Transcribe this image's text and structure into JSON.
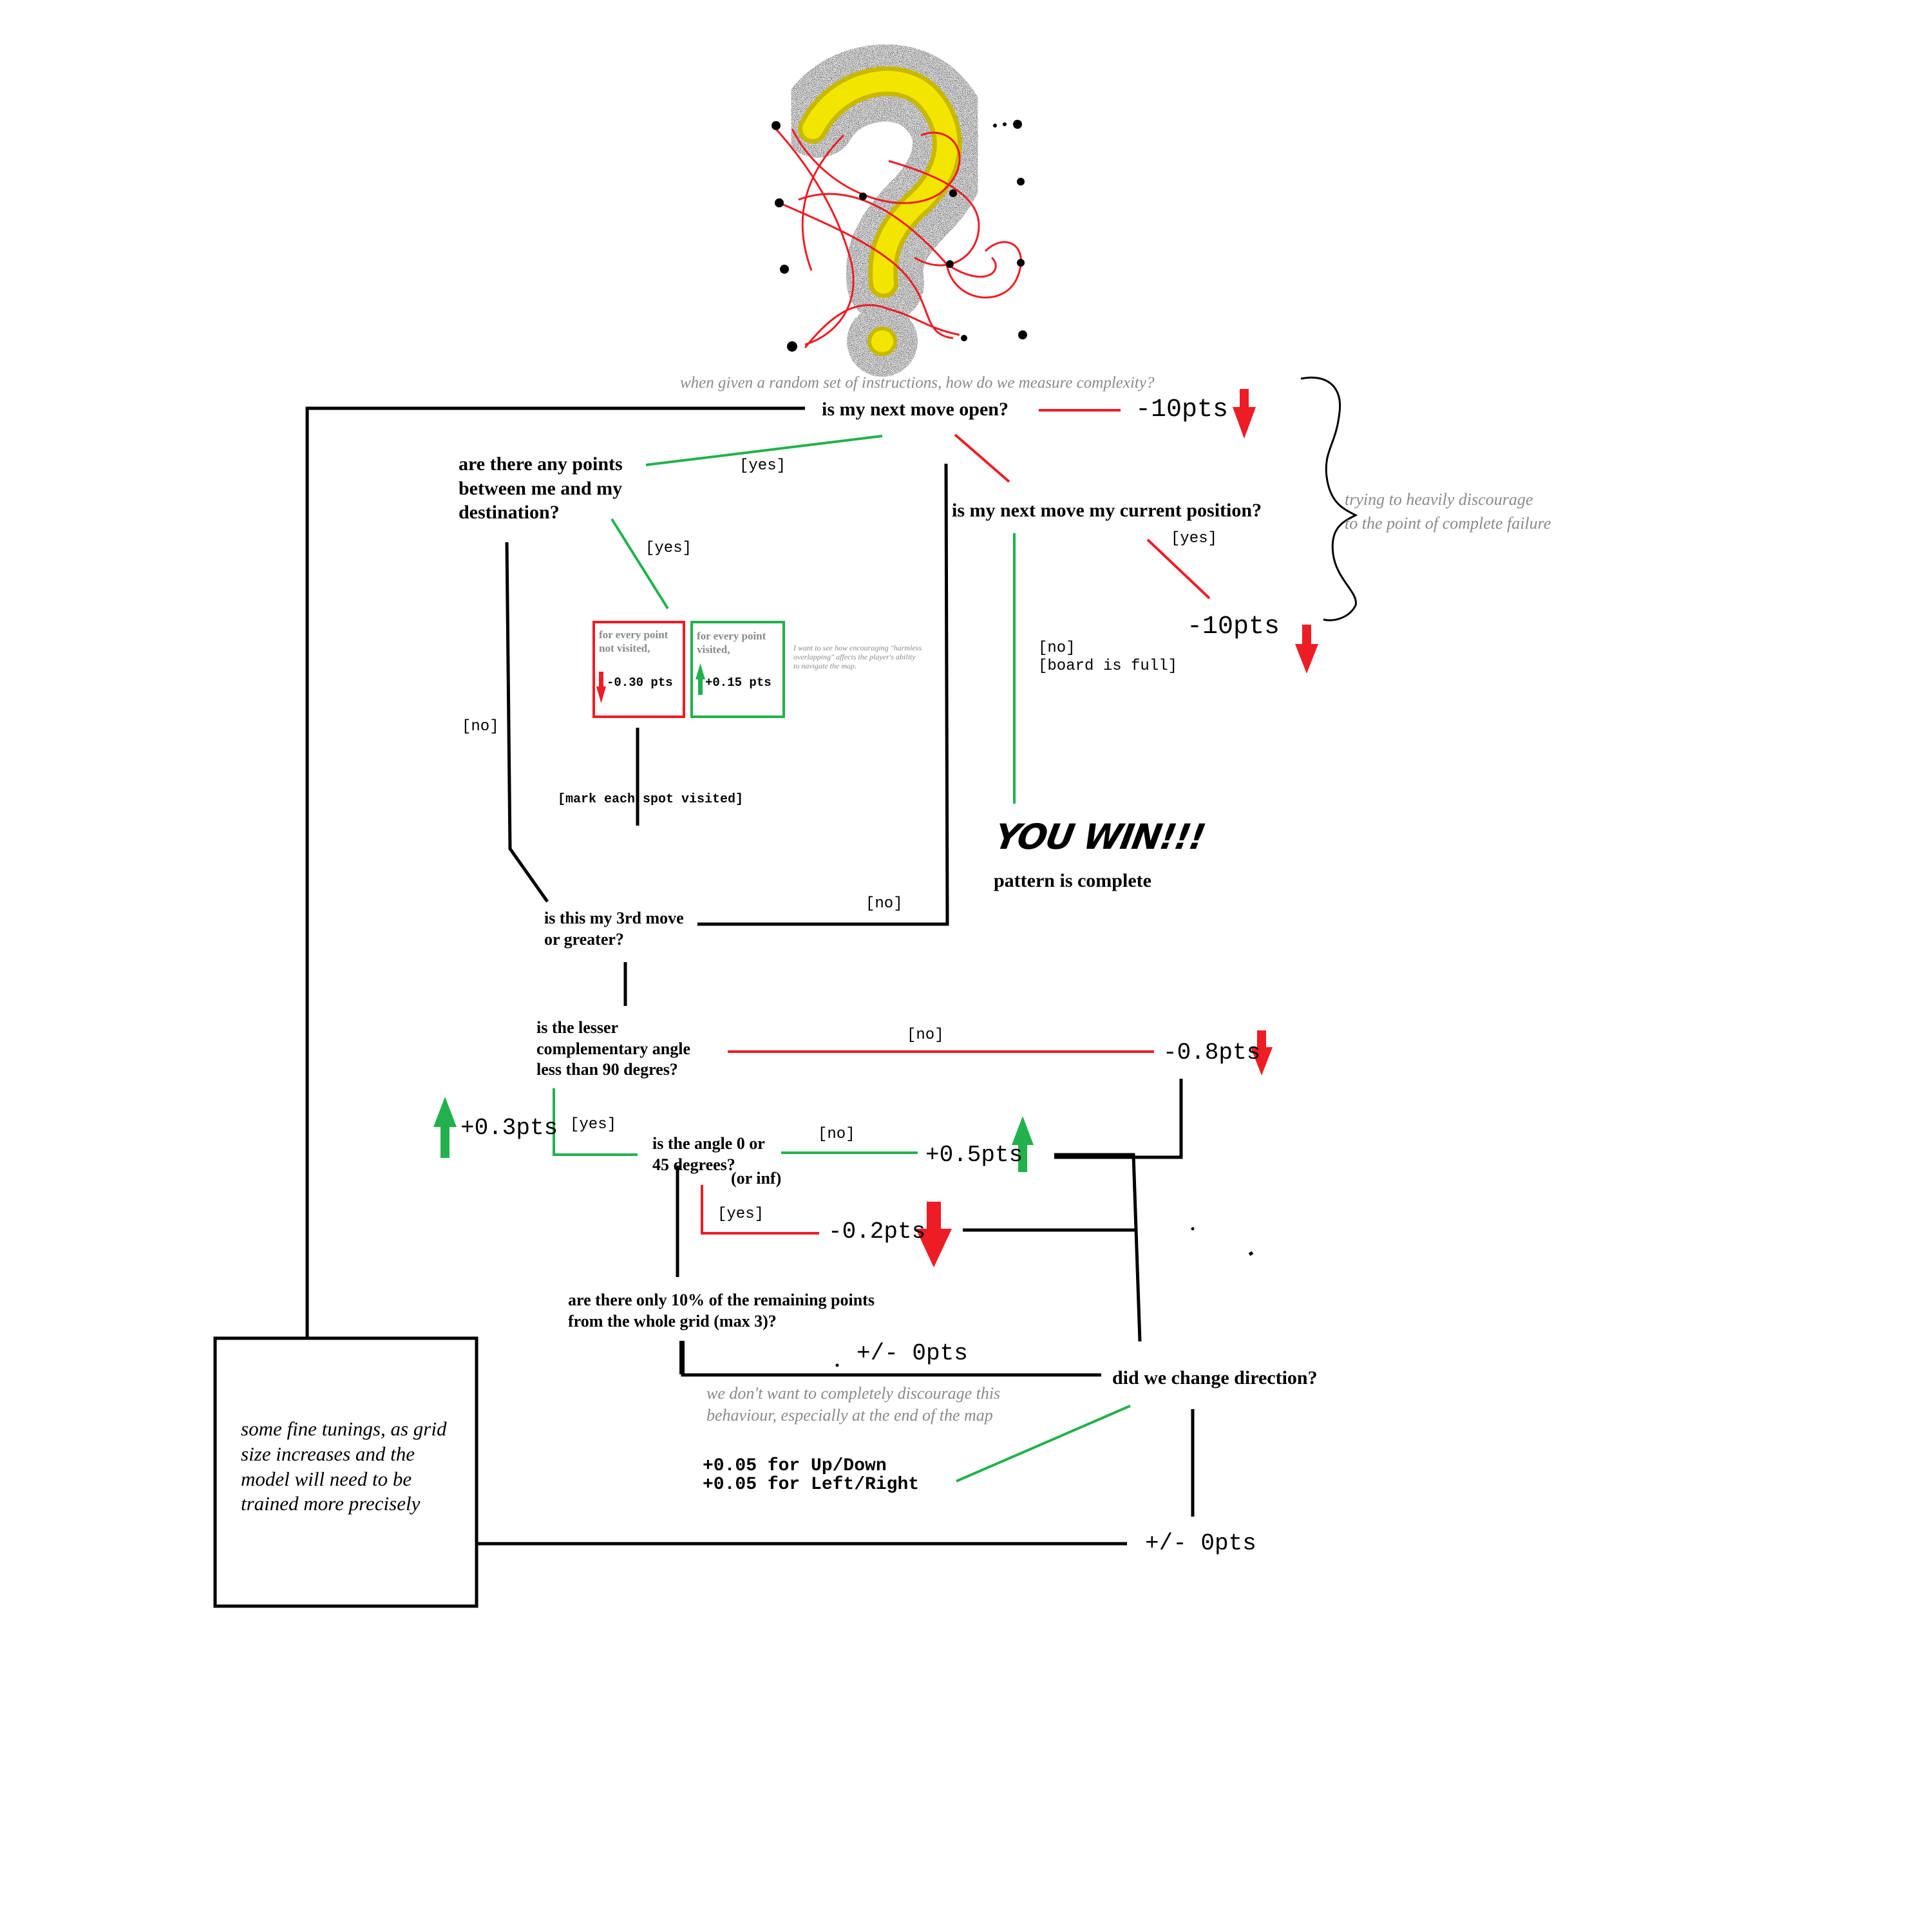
{
  "subtitle": "when given a random set of instructions, how do we measure complexity?",
  "q_open": "is my next move open?",
  "q_points_between": "are there any points between me and my destination?",
  "q_current_position": "is my next move my current position?",
  "q_third_move": "is this my 3rd move or greater?",
  "q_lesser_angle": "is the lesser complementary angle less than 90 degres?",
  "q_angle_zero": "is the angle 0 or 45 degrees?",
  "q_angle_inf": "(or inf)",
  "q_remaining": "are there only 10% of the remaining points from the whole grid (max 3)?",
  "q_direction": "did we change direction?",
  "pts_open_no": "-10pts",
  "pts_current_yes": "-10pts",
  "pts_lesser_no": "-0.8pts",
  "pts_lesser_yes": "+0.3pts",
  "pts_angle_no": "+0.5pts",
  "pts_angle_yes": "-0.2pts",
  "pts_remaining": "+/- 0pts",
  "pts_final": "+/- 0pts",
  "dir_line1": "+0.05 for Up/Down",
  "dir_line2": "+0.05 for Left/Right",
  "lbl_yes_top": "[yes]",
  "lbl_yes_points": "[yes]",
  "lbl_yes_current": "[yes]",
  "lbl_no_points": "[no]",
  "lbl_no_third": "[no]",
  "lbl_no_board1": "[no]",
  "lbl_no_board2": "[board is full]",
  "lbl_mark": "[mark each spot visited]",
  "lbl_no_lesser": "[no]",
  "lbl_yes_lesser": "[yes]",
  "lbl_no_angle": "[no]",
  "lbl_yes_angle": "[yes]",
  "box_red_text": "for every point not visited,",
  "box_red_pts": "-0.30 pts",
  "box_green_text": "for every point visited,",
  "box_green_pts": "+0.15 pts",
  "tiny_note": "I want to see how encouraging \"harmless overlapping\" affects the player's ability to navigate the map.",
  "win_title": "YOU WIN!!!",
  "win_sub": "pattern is complete",
  "brace_note_1": "trying to heavily discourage",
  "brace_note_2": "to the point of complete failure",
  "behaviour_note_1": "we don't want to completely discourage this",
  "behaviour_note_2": "behaviour, especially at the end of the map",
  "fine_tuning": "some fine tunings, as grid size increases and the model will need to be trained more precisely",
  "colors": {
    "red": "#ee1c24",
    "green": "#22b14c",
    "yellow": "#f2e600",
    "black": "#000000",
    "gray": "#8a8a8a"
  },
  "icons": [
    "question-mark-scribble-icon",
    "arrow-down-icon",
    "arrow-up-icon",
    "curly-brace-icon"
  ]
}
